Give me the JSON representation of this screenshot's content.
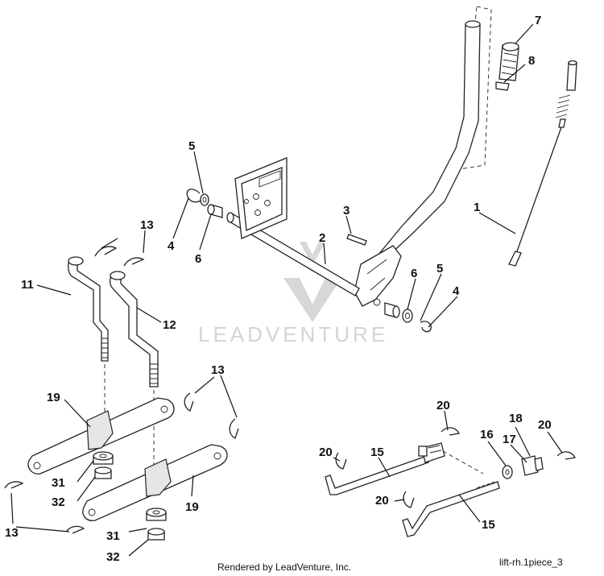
{
  "watermark": {
    "text": "LEADVENTURE"
  },
  "footer": {
    "left": "Rendered by LeadVenture, Inc.",
    "right": "lift-rh.1piece_3"
  },
  "callouts": {
    "c1": "1",
    "c2": "2",
    "c3": "3",
    "c4a": "4",
    "c4b": "4",
    "c5a": "5",
    "c5b": "5",
    "c6a": "6",
    "c6b": "6",
    "c7": "7",
    "c8": "8",
    "c11": "11",
    "c12": "12",
    "c13a": "13",
    "c13b": "13",
    "c13c": "13",
    "c15a": "15",
    "c15b": "15",
    "c16": "16",
    "c17": "17",
    "c18": "18",
    "c19a": "19",
    "c19b": "19",
    "c20a": "20",
    "c20b": "20",
    "c20c": "20",
    "c20d": "20",
    "c31a": "31",
    "c31b": "31",
    "c32a": "32",
    "c32b": "32"
  }
}
